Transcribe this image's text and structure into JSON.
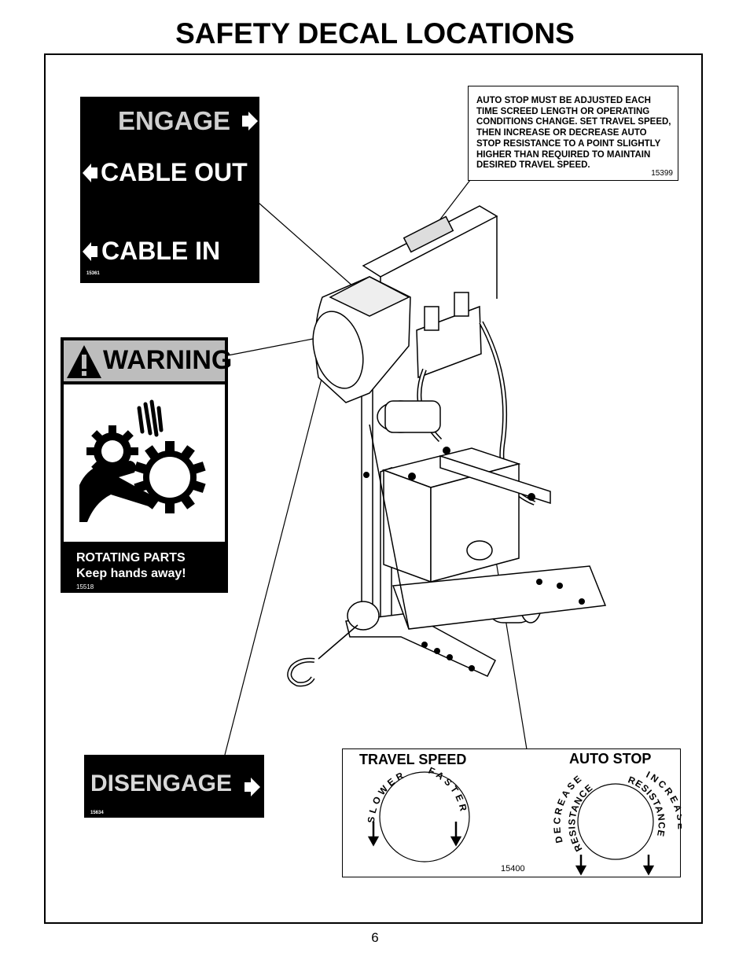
{
  "page": {
    "title": "SAFETY DECAL LOCATIONS",
    "page_number": "6"
  },
  "decals": {
    "engage_cable": {
      "engage": "ENGAGE",
      "cable_out": "CABLE OUT",
      "cable_in": "CABLE IN",
      "part_number": "15361"
    },
    "warning": {
      "header": "WARNING",
      "line1": "ROTATING PARTS",
      "line2": "Keep hands away!",
      "part_number": "15518"
    },
    "auto_stop_note": {
      "text": "AUTO STOP MUST BE ADJUSTED EACH TIME SCREED LENGTH OR OPERATING CONDITIONS CHANGE.  SET TRAVEL SPEED, THEN INCREASE OR DECREASE AUTO STOP RESISTANCE TO A POINT SLIGHTLY HIGHER THAN REQUIRED TO MAINTAIN DESIRED TRAVEL SPEED.",
      "part_number": "15399"
    },
    "disengage": {
      "label": "DISENGAGE",
      "part_number": "15634"
    },
    "travel_autostop": {
      "travel_speed": "TRAVEL SPEED",
      "auto_stop": "AUTO STOP",
      "slower": "SLOWER",
      "faster": "FASTER",
      "decrease": "DECREASE",
      "increase": "INCREASE",
      "resistance": "RESISTANCE",
      "part_number": "15400"
    }
  },
  "icons": [
    "right-arrow-icon",
    "left-arrow-icon",
    "warning-triangle-icon",
    "gears-hand-pictogram",
    "down-arrow-icon"
  ]
}
